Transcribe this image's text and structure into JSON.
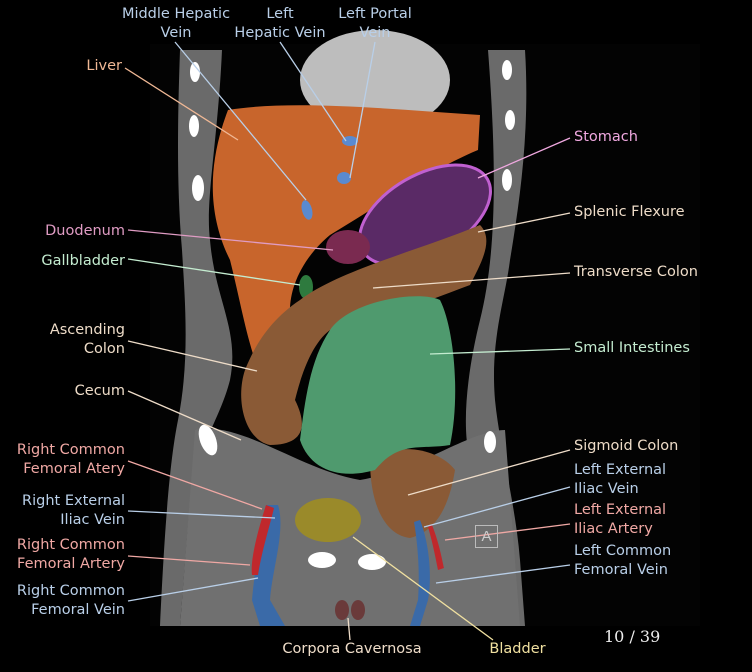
{
  "viewer": {
    "page_current": 10,
    "page_total": 39,
    "page_counter": "10 / 39",
    "orientation_marker": "A"
  },
  "colors": {
    "artery_label": "#f0a8a4",
    "vein_label": "#b9cfe8",
    "liver_label": "#f0b895",
    "colon_label": "#eedcc8",
    "stomach_label": "#f0a8e0",
    "duodenum_label": "#e09cc4",
    "green_label": "#c4ecd0",
    "bladder_label": "#f0e0a0",
    "liver_fill": "#c8652c",
    "colon_fill": "#8a5a36",
    "small_intestine_fill": "#4f9a6e",
    "stomach_fill": "#5a2a66",
    "vein_fill": "#3a6aa8",
    "artery_fill": "#c0282c",
    "bladder_fill": "#9a8a2a"
  },
  "labels": {
    "middle_hepatic_vein": [
      "Middle Hepatic",
      "Vein"
    ],
    "left_hepatic_vein": [
      "Left",
      "Hepatic Vein"
    ],
    "left_portal_vein": [
      "Left Portal",
      "Vein"
    ],
    "liver": [
      "Liver"
    ],
    "duodenum": [
      "Duodenum"
    ],
    "gallbladder": [
      "Gallbladder"
    ],
    "ascending_colon": [
      "Ascending",
      "Colon"
    ],
    "cecum": [
      "Cecum"
    ],
    "right_common_femoral_atery": [
      "Right Common",
      "Femoral Atery"
    ],
    "right_external_iliac_vein": [
      "Right External",
      "Iliac Vein"
    ],
    "right_common_femoral_artery": [
      "Right Common",
      "Femoral Artery"
    ],
    "right_common_femoral_vein": [
      "Right Common",
      "Femoral Vein"
    ],
    "stomach": [
      "Stomach"
    ],
    "splenic_flexure": [
      "Splenic Flexure"
    ],
    "transverse_colon": [
      "Transverse Colon"
    ],
    "small_intestines": [
      "Small Intestines"
    ],
    "sigmoid_colon": [
      "Sigmoid Colon"
    ],
    "left_external_iliac_vein": [
      "Left External",
      "Iliac Vein"
    ],
    "left_external_iliac_artery": [
      "Left External",
      "Iliac Artery"
    ],
    "left_common_femoral_vein": [
      "Left Common",
      "Femoral Vein"
    ],
    "corpora_cavernosa": [
      "Corpora Cavernosa"
    ],
    "bladder": [
      "Bladder"
    ]
  }
}
